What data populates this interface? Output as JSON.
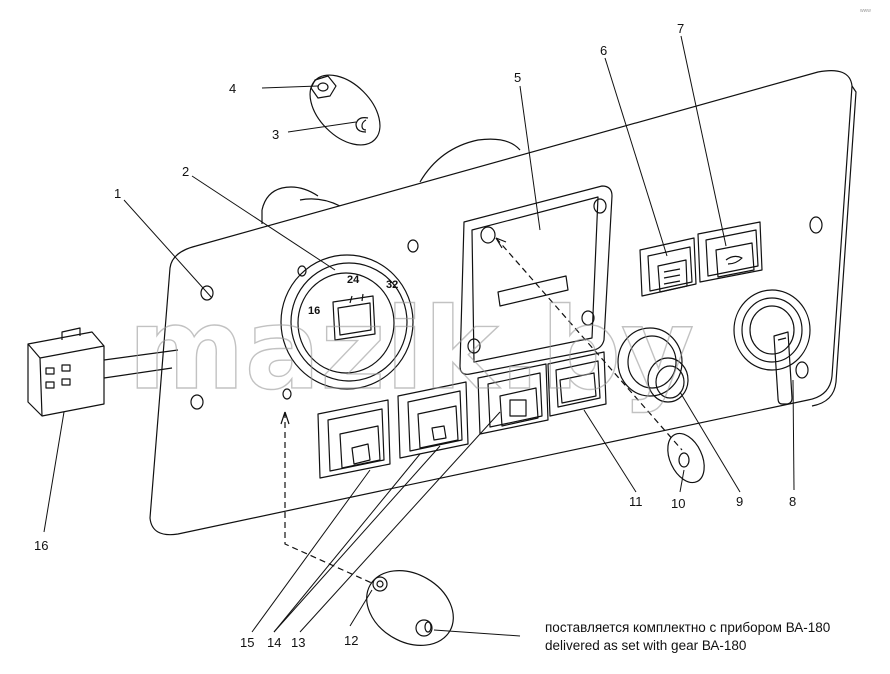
{
  "labels": {
    "l1": "1",
    "l2": "2",
    "l3": "3",
    "l4": "4",
    "l5": "5",
    "l6": "6",
    "l7": "7",
    "l8": "8",
    "l9": "9",
    "l10": "10",
    "l11": "11",
    "l12": "12",
    "l13": "13",
    "l14": "14",
    "l15": "15",
    "l16": "16"
  },
  "gauge": {
    "t16": "16",
    "t24": "24",
    "t32": "32"
  },
  "note": {
    "ru": "поставляется комплектно с прибором ВА-180",
    "en": "delivered as set with gear  ВА-180"
  },
  "watermark": "mazik.by",
  "corner_mark": "www"
}
